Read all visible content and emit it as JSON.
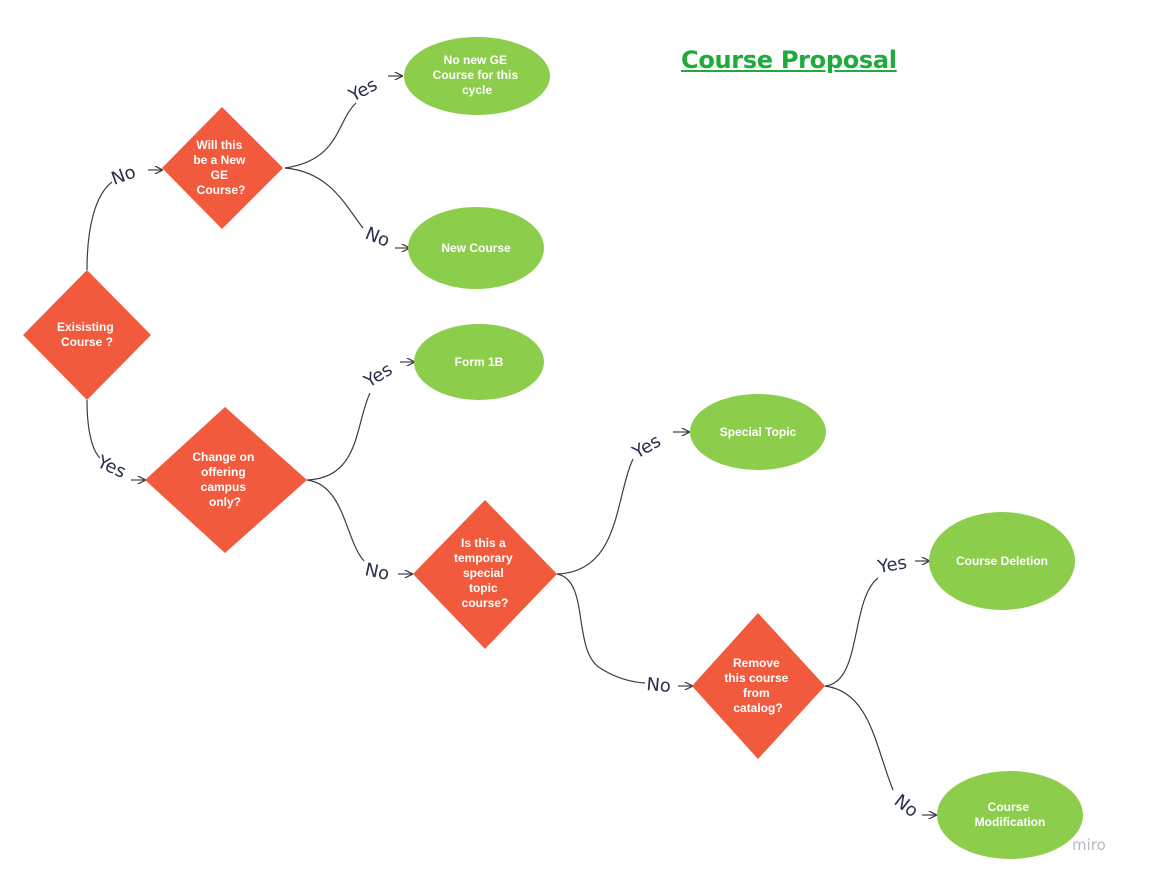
{
  "title": "Course Proposal",
  "watermark": "miro",
  "colors": {
    "decision": "#f15a3c",
    "outcome": "#8ccd4b",
    "title": "#1faa3c",
    "connector": "#3c3c46"
  },
  "decisions": {
    "existing": [
      "Exisisting",
      "Course ?"
    ],
    "new_ge": [
      "Will this",
      "be a New",
      "GE",
      "Course?"
    ],
    "change_campus": [
      "Change on",
      "offering",
      "campus",
      "only?"
    ],
    "special_topic": [
      "Is this a",
      "temporary",
      "special",
      "topic",
      "course?"
    ],
    "remove": [
      "Remove",
      "this course",
      "from",
      "catalog?"
    ]
  },
  "outcomes": {
    "no_new_ge": [
      "No new GE",
      "Course for this",
      "cycle"
    ],
    "new_course": [
      "New Course"
    ],
    "form_1b": [
      "Form 1B"
    ],
    "special_topic": [
      "Special Topic"
    ],
    "course_deletion": [
      "Course Deletion"
    ],
    "course_modification": [
      "Course",
      "Modification"
    ]
  },
  "edges": {
    "existing_no": "No",
    "existing_yes": "Yes",
    "new_ge_yes": "Yes",
    "new_ge_no": "No",
    "change_campus_yes": "Yes",
    "change_campus_no": "No",
    "special_topic_yes": "Yes",
    "special_topic_no": "No",
    "remove_yes": "Yes",
    "remove_no": "No"
  }
}
